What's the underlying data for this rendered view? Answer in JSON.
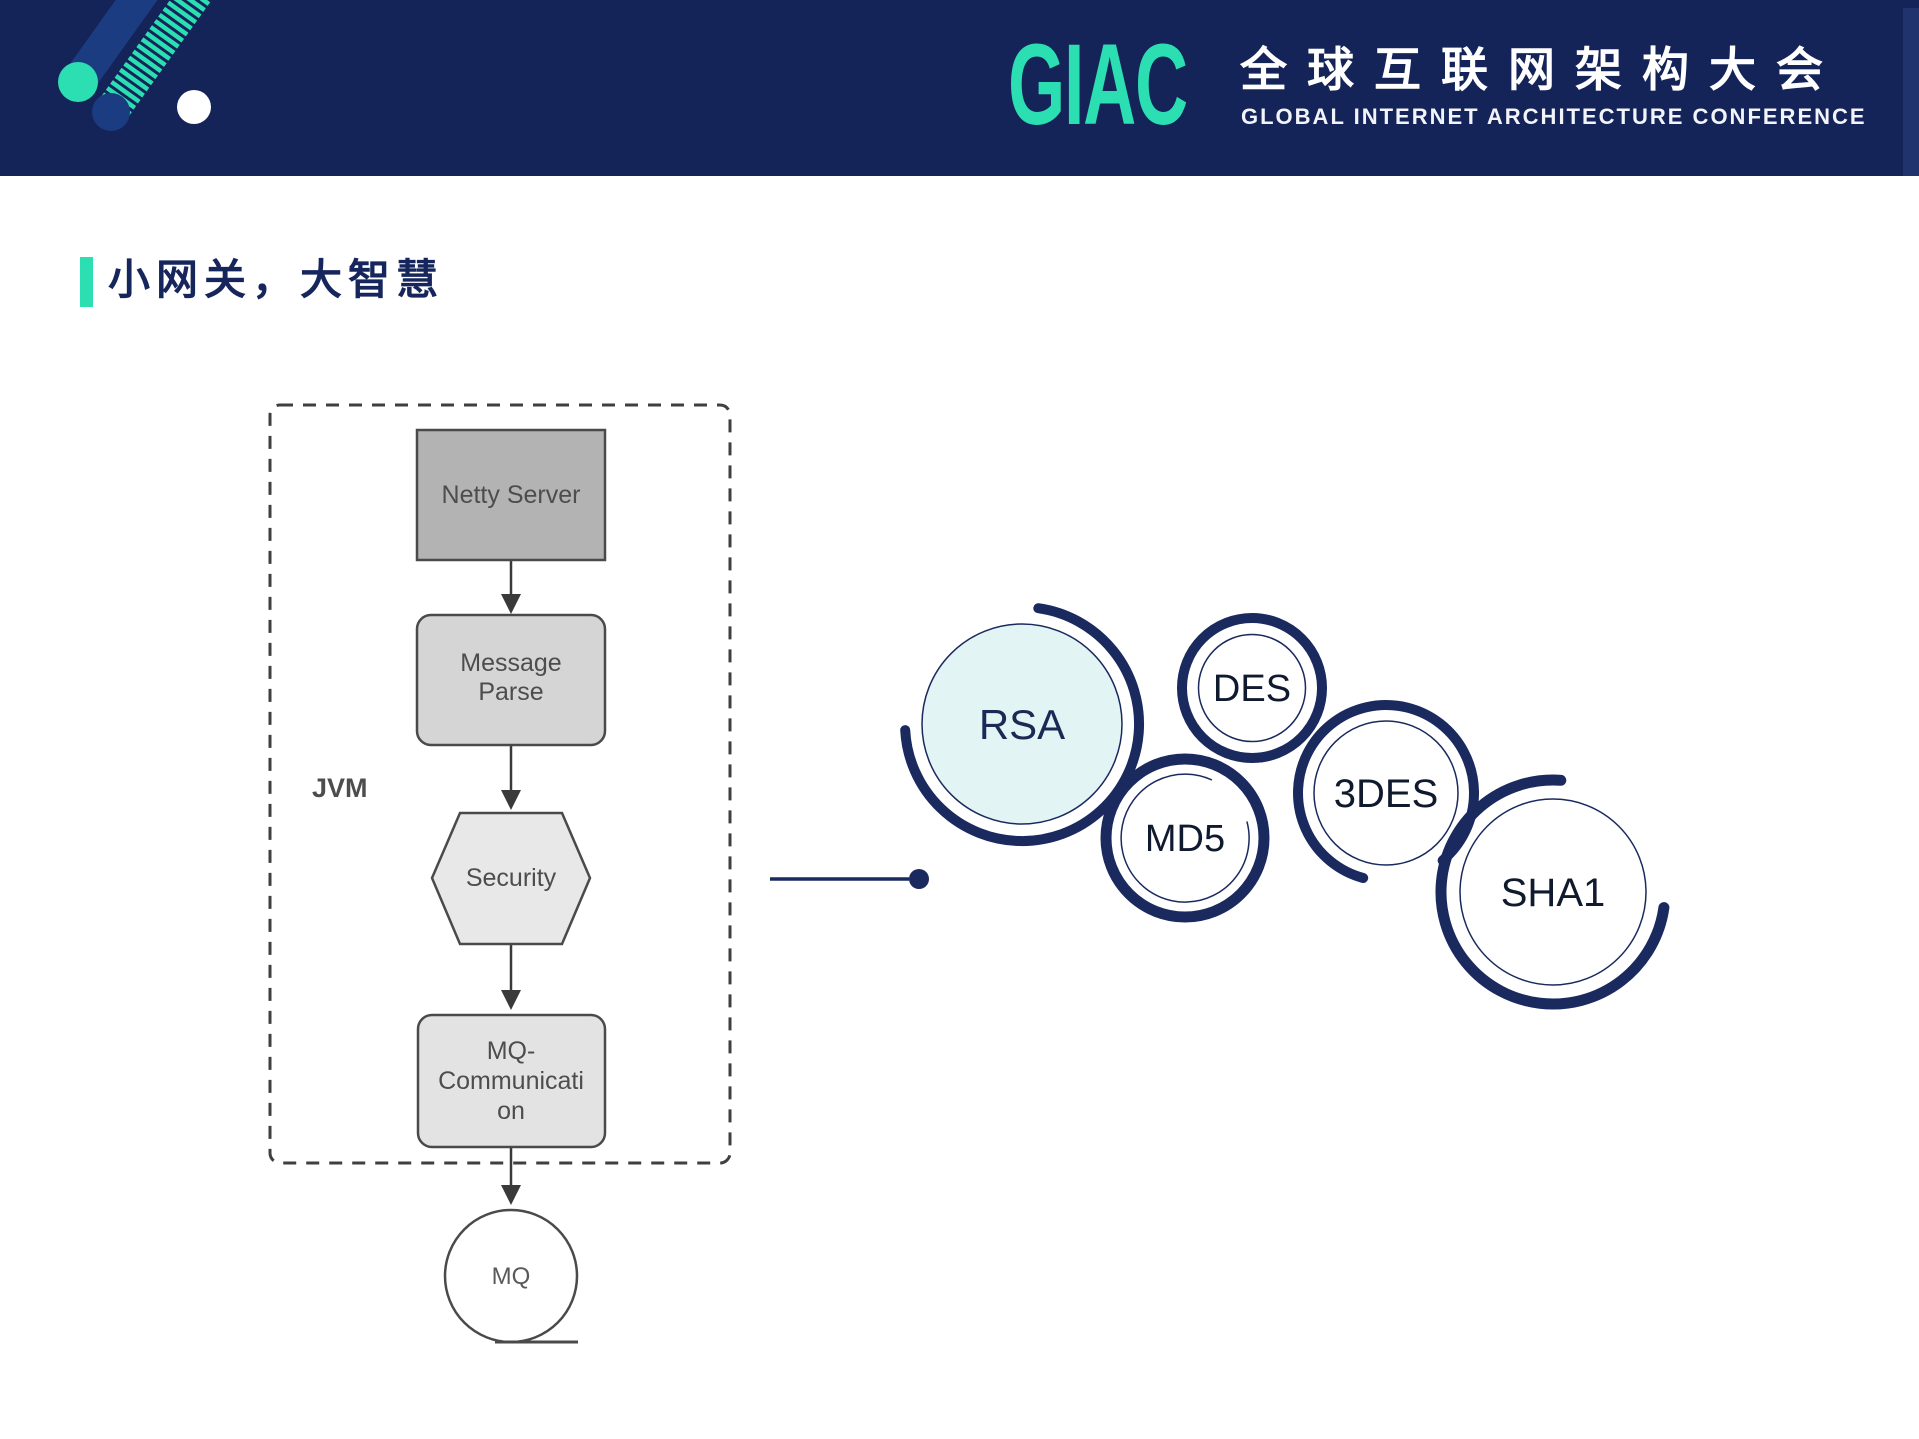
{
  "header": {
    "brand": "GIAC",
    "title_zh": "全球互联网架构大会",
    "title_en": "GLOBAL INTERNET ARCHITECTURE CONFERENCE",
    "colors": {
      "bar_bg": "#142459",
      "brand_teal": "#2BDFB2",
      "text_white": "#ffffff"
    }
  },
  "slide": {
    "title": "小网关，大智慧",
    "accent_color": "#2BDFB2",
    "title_color": "#16265C"
  },
  "diagram": {
    "container_label": "JVM",
    "nodes": {
      "netty": "Netty Server",
      "message_parse_l1": "Message",
      "message_parse_l2": "Parse",
      "security": "Security",
      "mq_comm_l1": "MQ-",
      "mq_comm_l2": "Communicati",
      "mq_comm_l3": "on",
      "mq": "MQ"
    },
    "colors": {
      "box_dark_gray": "#b3b3b3",
      "box_light_gray": "#d5d5d5",
      "hexagon_gray": "#e8e8e8",
      "border_gray": "#4a4a4a"
    }
  },
  "algorithms": {
    "rsa": "RSA",
    "des": "DES",
    "md5": "MD5",
    "tdes": "3DES",
    "sha1": "SHA1",
    "colors": {
      "navy": "#1A2A5E",
      "rsa_fill": "#E2F4F4"
    }
  }
}
